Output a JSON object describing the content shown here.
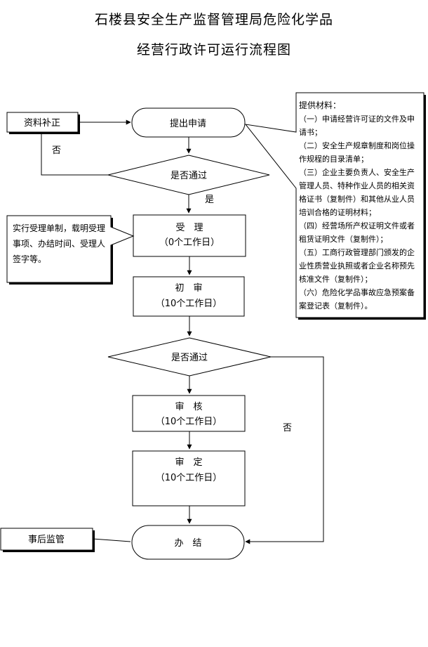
{
  "title": {
    "line1": "石楼县安全生产监督管理局危险化学品",
    "line2": "经营行政许可运行流程图"
  },
  "nodes": {
    "supplement": "资料补正",
    "apply": "提出申请",
    "decision1": "是否通过",
    "yes1": "是",
    "no1": "否",
    "accept": {
      "name": "受　理",
      "days": "（0个工作日）"
    },
    "initial": {
      "name": "初　审",
      "days": "（10个工作日）"
    },
    "decision2": "是否通过",
    "no2": "否",
    "review": {
      "name": "审　核",
      "days": "（10个工作日）"
    },
    "approve": {
      "name": "审　定",
      "days": "（10个工作日）"
    },
    "finish": "办　结",
    "supervise": "事后监管"
  },
  "materials": {
    "heading": "提供材料：",
    "items": [
      "（一）申请经营许可证的文件及申请书；",
      "（二）安全生产规章制度和岗位操作规程的目录清单；",
      "（三）企业主要负责人、安全生产管理人员、特种作业人员的相关资格证书（复制件）和其他从业人员培训合格的证明材料；",
      "（四）经营场所产权证明文件或者租赁证明文件（复制件）；",
      "（五）工商行政管理部门颁发的企业性质营业执照或者企业名称预先核准文件（复制件）；",
      "（六）危险化学品事故应急预案备案登记表（复制件）。"
    ]
  },
  "accept_note": "实行受理单制，载明受理事项、办结时间、受理人签字等。"
}
